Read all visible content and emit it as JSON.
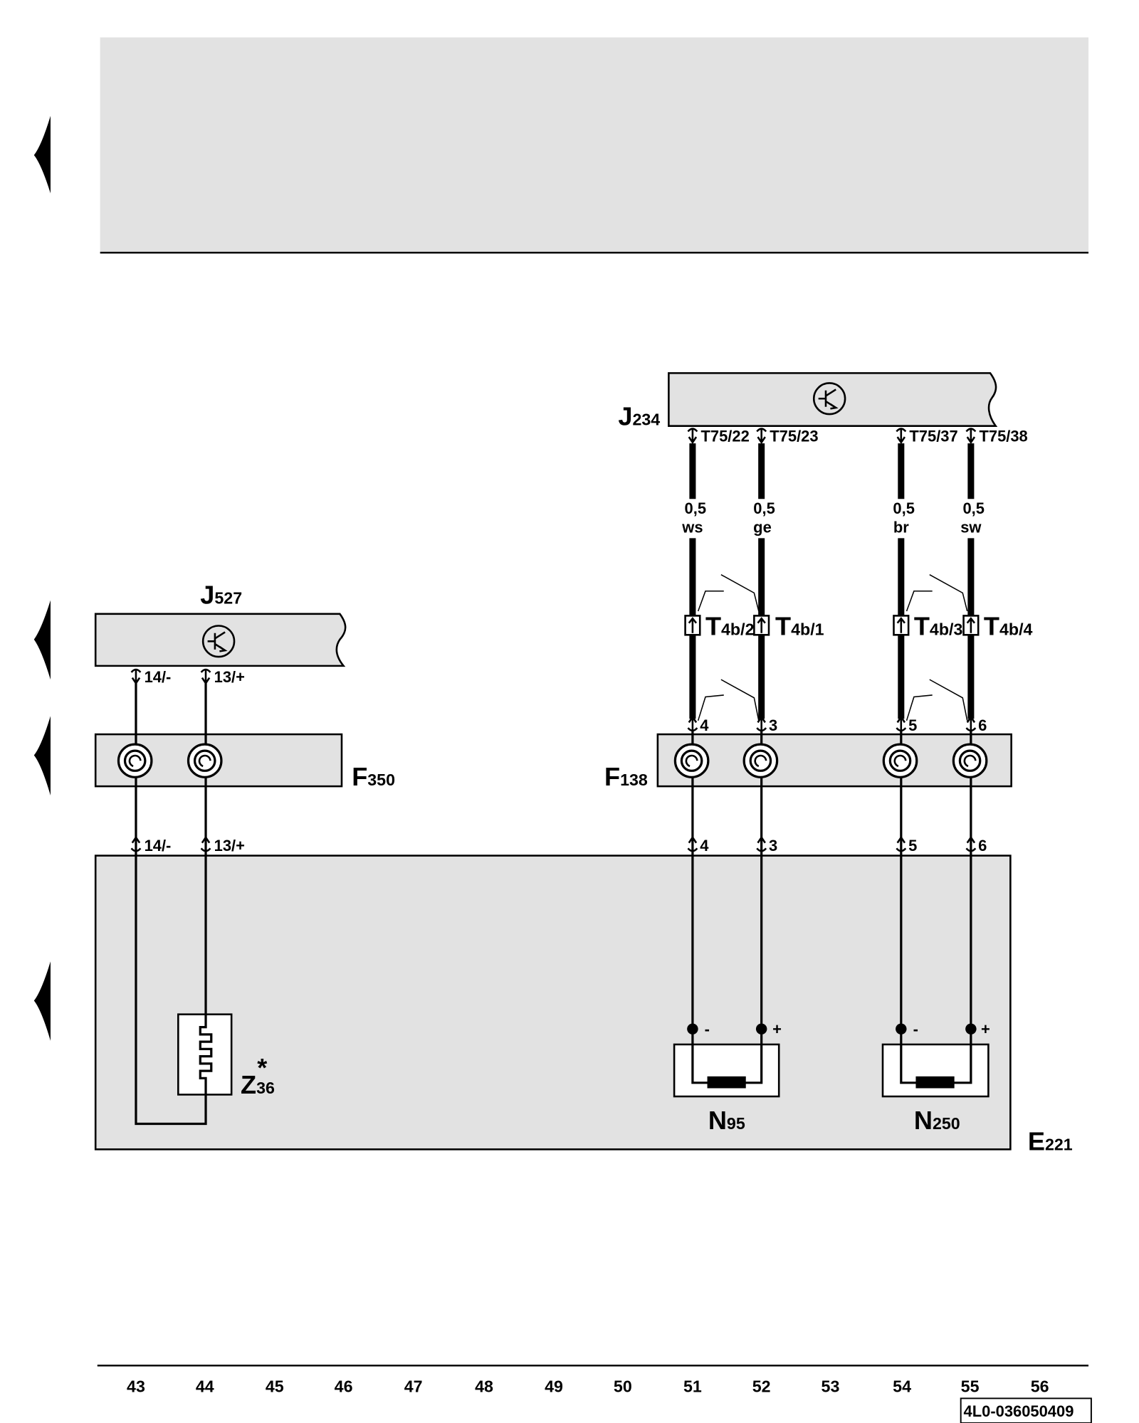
{
  "colors": {
    "panel": "#e2e2e2",
    "ink": "#000000",
    "paper": "#ffffff"
  },
  "J234": {
    "letter": "J",
    "index": "234",
    "pins": [
      "T75/22",
      "T75/23",
      "T75/37",
      "T75/38"
    ]
  },
  "wires": [
    {
      "cross_section": "0,5",
      "color_code": "ws"
    },
    {
      "cross_section": "0,5",
      "color_code": "ge"
    },
    {
      "cross_section": "0,5",
      "color_code": "br"
    },
    {
      "cross_section": "0,5",
      "color_code": "sw"
    }
  ],
  "T4b": [
    {
      "letter": "T",
      "index": "4b/2"
    },
    {
      "letter": "T",
      "index": "4b/1"
    },
    {
      "letter": "T",
      "index": "4b/3"
    },
    {
      "letter": "T",
      "index": "4b/4"
    }
  ],
  "F138": {
    "letter": "F",
    "index": "138",
    "pins_in": [
      "4",
      "3",
      "5",
      "6"
    ],
    "pins_out": [
      "4",
      "3",
      "5",
      "6"
    ]
  },
  "J527": {
    "letter": "J",
    "index": "527",
    "pins": [
      "14/-",
      "13/+"
    ]
  },
  "F350": {
    "letter": "F",
    "index": "350",
    "pins_out": [
      "14/-",
      "13/+"
    ]
  },
  "Z36": {
    "letter": "Z",
    "index": "36",
    "note_mark": "*"
  },
  "N95": {
    "letter": "N",
    "index": "95",
    "minus": "-",
    "plus": "+"
  },
  "N250": {
    "letter": "N",
    "index": "250",
    "minus": "-",
    "plus": "+"
  },
  "E221": {
    "letter": "E",
    "index": "221"
  },
  "columns": [
    "43",
    "44",
    "45",
    "46",
    "47",
    "48",
    "49",
    "50",
    "51",
    "52",
    "53",
    "54",
    "55",
    "56"
  ],
  "reference": "4L0-036050409"
}
